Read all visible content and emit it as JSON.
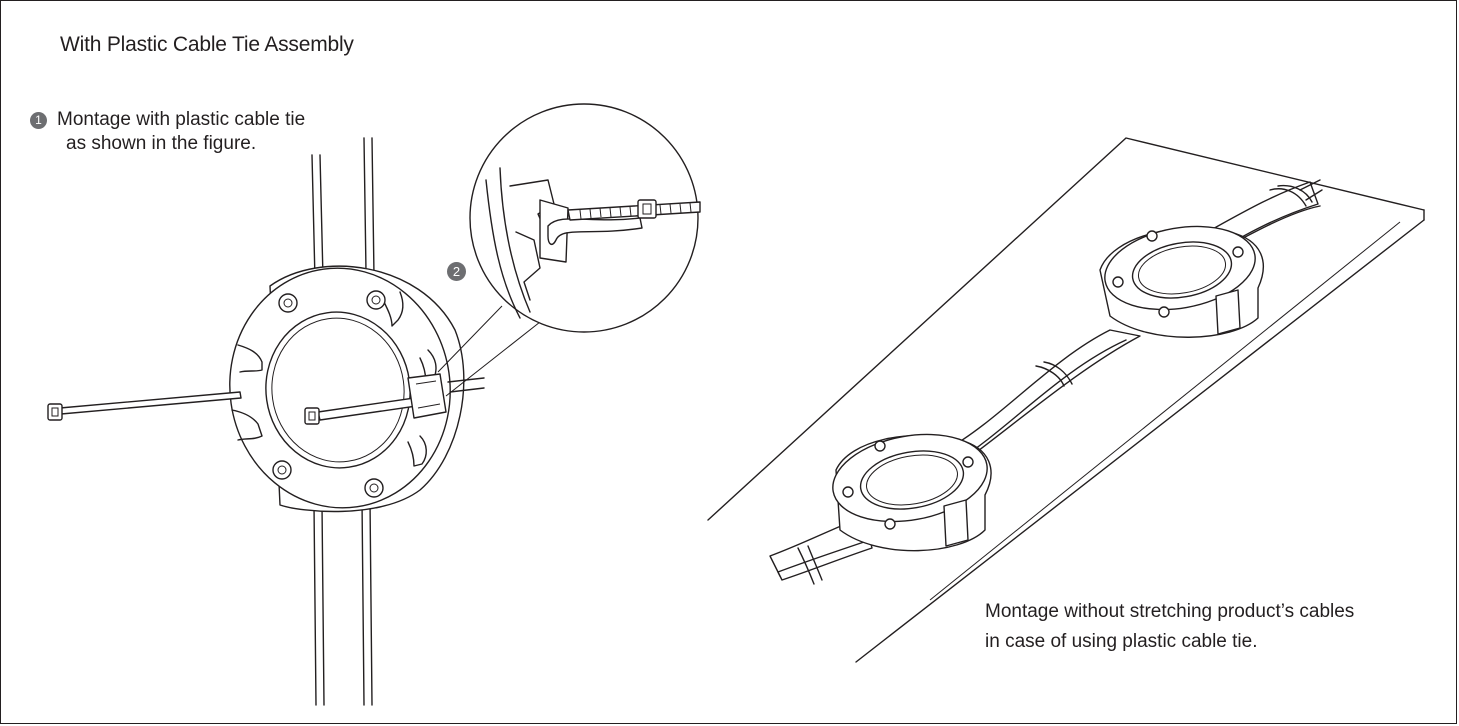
{
  "title": "With Plastic Cable Tie Assembly",
  "step1": {
    "number": "1",
    "line1": "Montage with plastic cable tie",
    "line2": "as shown in the figure."
  },
  "step2": {
    "number": "2"
  },
  "note": {
    "line1": "Montage without stretching product’s cables",
    "line2": "in case of using plastic cable tie."
  }
}
